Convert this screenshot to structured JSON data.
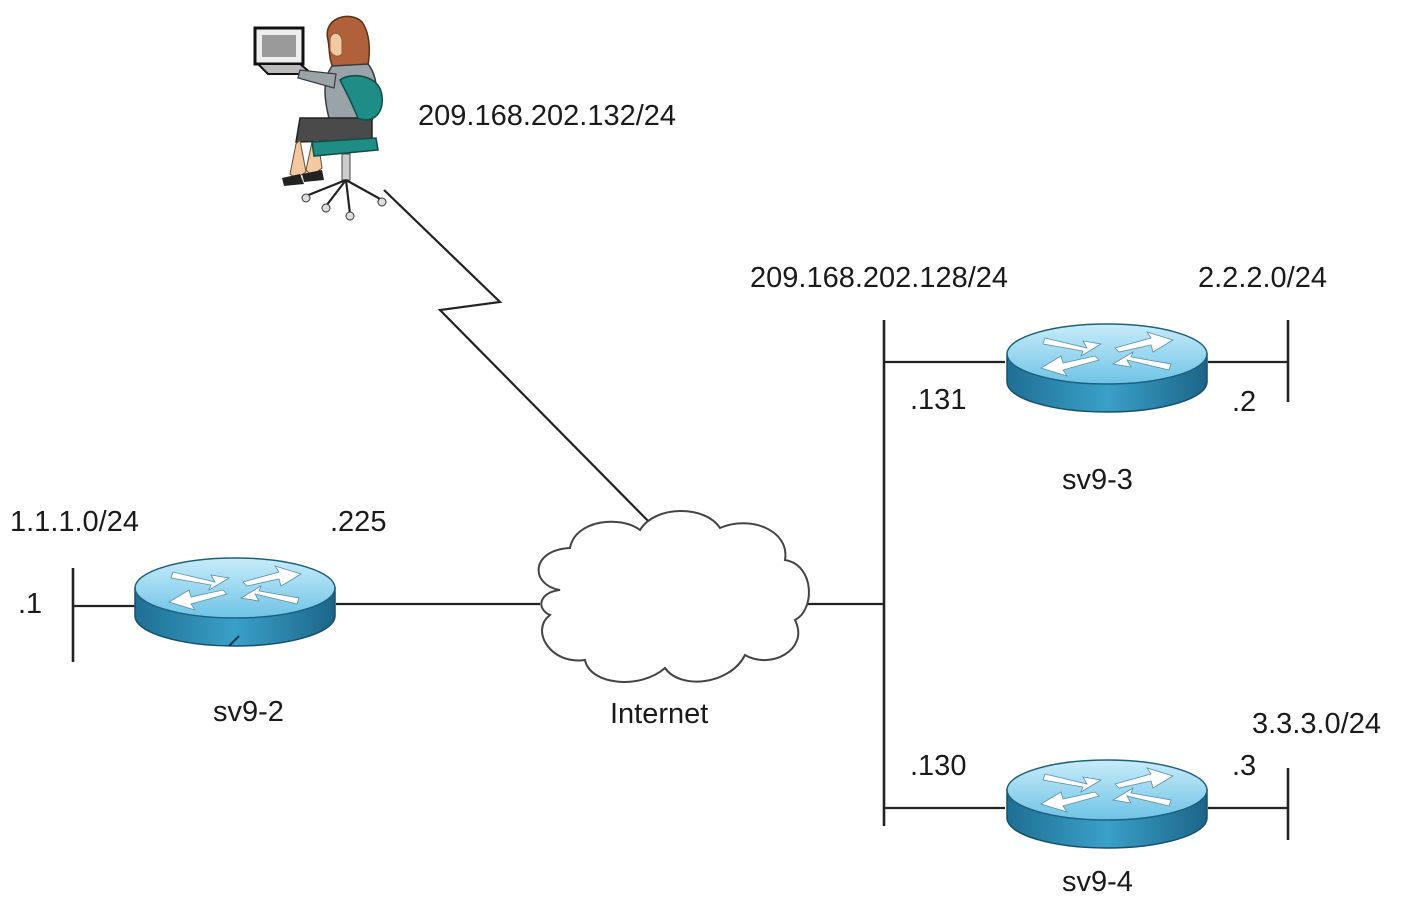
{
  "diagram": {
    "host": {
      "subnet_label": "209.168.202.132/24",
      "icon": "user-at-laptop-icon"
    },
    "cloud": {
      "label": "Internet",
      "icon": "cloud-icon"
    },
    "lan_segment": {
      "subnet_label": "209.168.202.128/24"
    },
    "routers": [
      {
        "id": "sv9-2",
        "name": "sv9-2",
        "icon": "router-icon",
        "lan": {
          "subnet": "1.1.1.0/24",
          "interface": ".1"
        },
        "wan": {
          "interface": ".225"
        }
      },
      {
        "id": "sv9-3",
        "name": "sv9-3",
        "icon": "router-icon",
        "lan_side": {
          "interface": ".131"
        },
        "stub": {
          "subnet": "2.2.2.0/24",
          "interface": ".2"
        }
      },
      {
        "id": "sv9-4",
        "name": "sv9-4",
        "icon": "router-icon",
        "lan_side": {
          "interface": ".130"
        },
        "stub": {
          "subnet": "3.3.3.0/24",
          "interface": ".3"
        }
      }
    ],
    "colors": {
      "router_top": "#9ad7f0",
      "router_side": "#2f8fb8",
      "router_outline": "#1f5f7d",
      "chair": "#1f8c86",
      "hair": "#b0613a",
      "skirt": "#4a4a4a"
    }
  }
}
